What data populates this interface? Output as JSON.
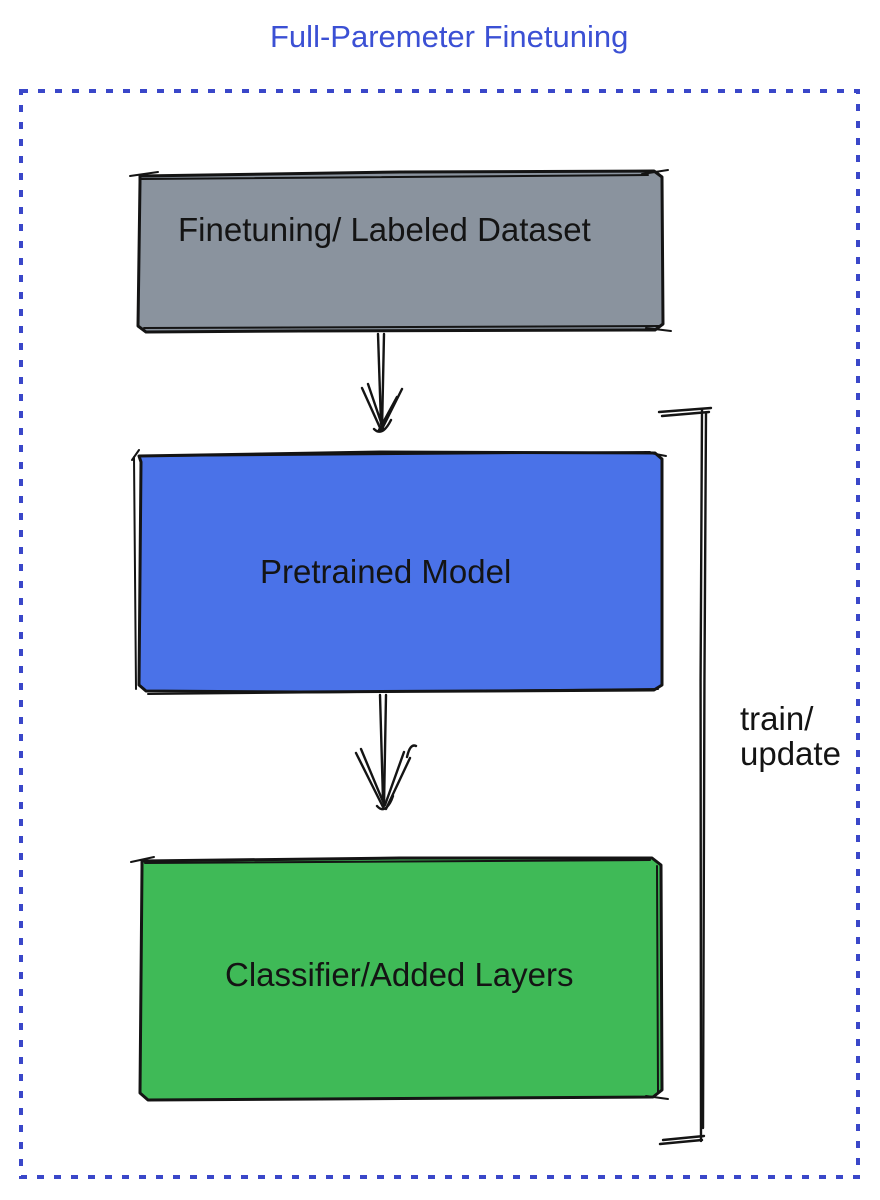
{
  "title": "Full-Paremeter Finetuning",
  "colors": {
    "title_blue": "#3B50D4",
    "dotted_border_blue": "#3A47C9",
    "box_gray": "#8A939E",
    "box_blue": "#4A72E8",
    "box_green": "#3FBA57",
    "ink_black": "#141414",
    "label_text": "#141414"
  },
  "boxes": [
    {
      "id": "dataset",
      "label": "Finetuning/ Labeled Dataset",
      "fill": "#8A939E"
    },
    {
      "id": "pretrained",
      "label": "Pretrained Model",
      "fill": "#4A72E8"
    },
    {
      "id": "classifier",
      "label": "Classifier/Added Layers",
      "fill": "#3FBA57"
    }
  ],
  "arrows": [
    {
      "id": "dataset-to-pretrained",
      "from": "dataset",
      "to": "pretrained"
    },
    {
      "id": "pretrained-to-classifier",
      "from": "pretrained",
      "to": "classifier"
    }
  ],
  "bracket": {
    "label": "train/\nupdate",
    "side": "right"
  }
}
